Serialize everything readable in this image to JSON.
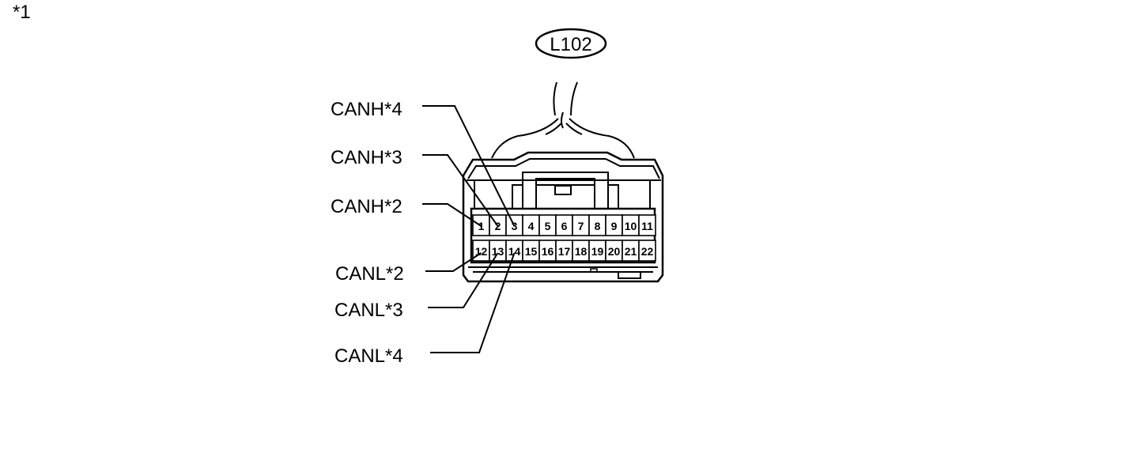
{
  "corner_note": "*1",
  "connector_id": "L102",
  "pin_labels": [
    {
      "id": "canh-4",
      "text": "CANH*4",
      "pin": 3
    },
    {
      "id": "canh-3",
      "text": "CANH*3",
      "pin": 2
    },
    {
      "id": "canh-2",
      "text": "CANH*2",
      "pin": 1
    },
    {
      "id": "canl-2",
      "text": "CANL*2",
      "pin": 12
    },
    {
      "id": "canl-3",
      "text": "CANL*3",
      "pin": 13
    },
    {
      "id": "canl-4",
      "text": "CANL*4",
      "pin": 14
    }
  ],
  "pins_top_row": [
    "1",
    "2",
    "3",
    "4",
    "5",
    "6",
    "7",
    "8",
    "9",
    "10",
    "11"
  ],
  "pins_bottom_row": [
    "12",
    "13",
    "14",
    "15",
    "16",
    "17",
    "18",
    "19",
    "20",
    "21",
    "22"
  ]
}
